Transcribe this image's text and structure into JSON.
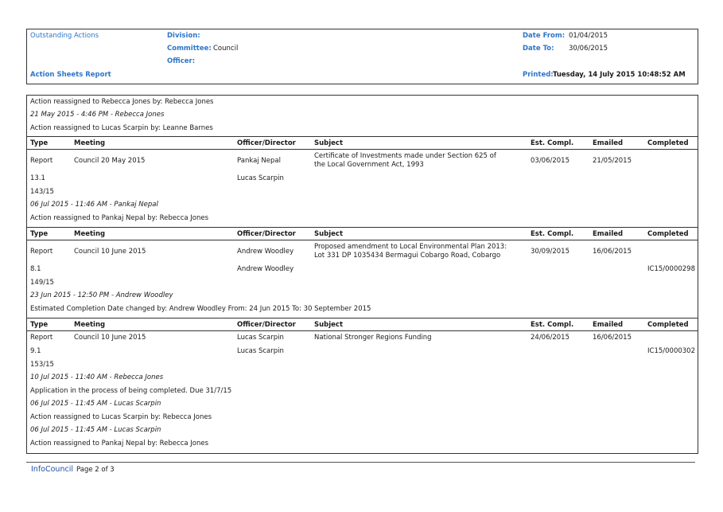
{
  "header": {
    "report_name": "Outstanding Actions",
    "report_title": "Action Sheets Report",
    "division_label": "Division:",
    "division_value": "",
    "committee_label": "Committee:",
    "committee_value": "Council",
    "officer_label": "Officer:",
    "officer_value": "",
    "date_from_label": "Date From:",
    "date_from_value": "01/04/2015",
    "date_to_label": "Date To:",
    "date_to_value": "30/06/2015",
    "printed_label": "Printed:",
    "printed_value": "Tuesday, 14 July 2015  10:48:52 AM"
  },
  "columns": {
    "type": "Type",
    "meeting": "Meeting",
    "officer": "Officer/Director",
    "subject": "Subject",
    "est": "Est. Compl.",
    "emailed": "Emailed",
    "completed": "Completed"
  },
  "carryover": [
    "Action reassigned to Rebecca Jones by: Rebecca Jones",
    "21 May 2015 - 4:46 PM - Rebecca Jones",
    "Action reassigned to Lucas Scarpin by: Leanne Barnes"
  ],
  "items": [
    {
      "type": "Report",
      "meeting": "Council 20 May 2015",
      "officer": "Pankaj Nepal",
      "subject": "Certificate of Investments made under Section 625 of the Local Government Act, 1993",
      "est": "03/06/2015",
      "emailed": "21/05/2015",
      "item_no": "13.1",
      "officer2": "Lucas Scarpin",
      "completed": "",
      "ref": "143/15",
      "notes": [
        "06 Jul 2015 - 11:46 AM - Pankaj Nepal",
        "Action reassigned to Pankaj Nepal by: Rebecca Jones"
      ]
    },
    {
      "type": "Report",
      "meeting": "Council 10 June 2015",
      "officer": "Andrew Woodley",
      "subject": "Proposed amendment to Local Environmental Plan 2013: Lot 331 DP 1035434 Bermagui Cobargo Road, Cobargo",
      "est": "30/09/2015",
      "emailed": "16/06/2015",
      "item_no": "8.1",
      "officer2": "Andrew Woodley",
      "completed": "IC15/0000298",
      "ref": "149/15",
      "notes": [
        "23 Jun 2015 - 12:50 PM - Andrew Woodley",
        "Estimated Completion Date changed by: Andrew Woodley From: 24 Jun 2015 To: 30 September 2015"
      ]
    },
    {
      "type": "Report",
      "meeting": "Council 10 June 2015",
      "officer": "Lucas Scarpin",
      "subject": "National Stronger Regions Funding",
      "est": "24/06/2015",
      "emailed": "16/06/2015",
      "item_no": "9.1",
      "officer2": "Lucas Scarpin",
      "completed": "IC15/0000302",
      "ref": "153/15",
      "notes": [
        "10 Jul 2015 - 11:40 AM - Rebecca Jones",
        "Application in the process of being completed. Due 31/7/15",
        "06 Jul 2015 - 11:45 AM - Lucas Scarpin",
        "Action reassigned to Lucas Scarpin by: Rebecca Jones",
        "06 Jul 2015 - 11:45 AM - Lucas Scarpin",
        "Action reassigned to Pankaj Nepal by: Rebecca Jones"
      ]
    }
  ],
  "footer": {
    "brand": "InfoCouncil",
    "page": "Page 2 of 3"
  }
}
